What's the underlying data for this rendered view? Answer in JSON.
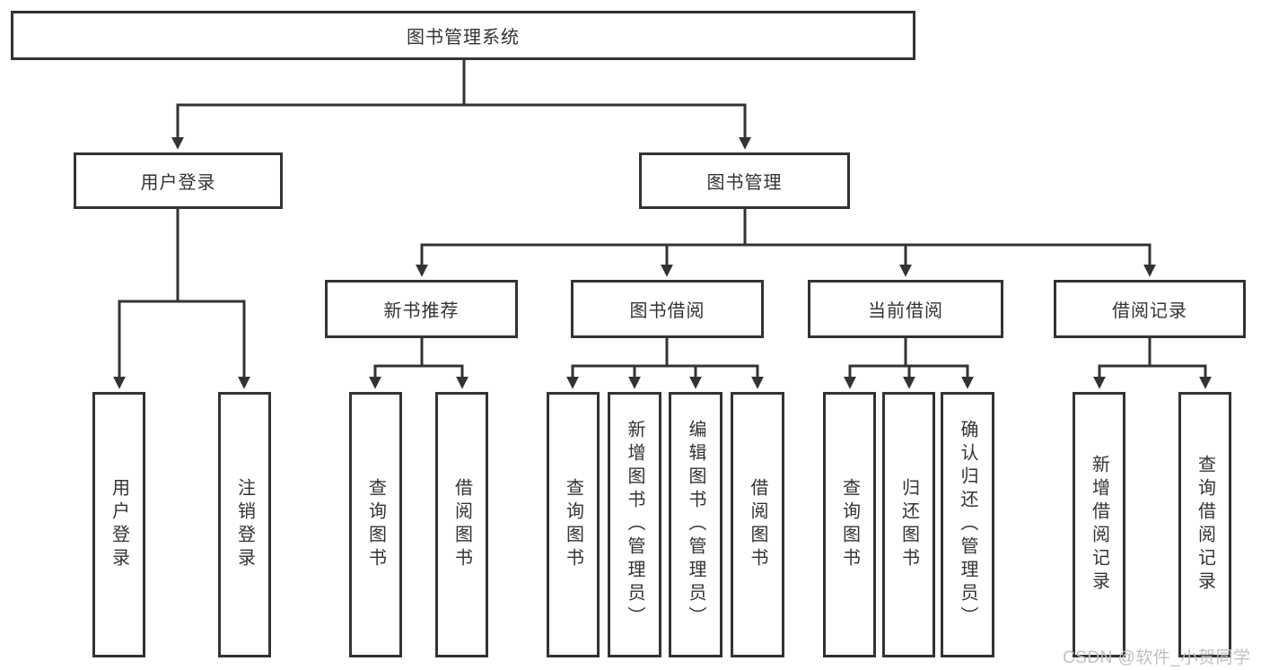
{
  "colors": {
    "line": "#333333",
    "text": "#333333",
    "box_background": "#ffffff",
    "watermark": "#c0c0c0"
  },
  "watermark": {
    "text": "CSDN @软件_小贺同学"
  },
  "tree": {
    "root": "图书管理系统",
    "children": [
      {
        "label": "用户登录",
        "children": [
          "用户登录",
          "注销登录"
        ]
      },
      {
        "label": "图书管理",
        "children": [
          {
            "label": "新书推荐",
            "children": [
              "查询图书",
              "借阅图书"
            ]
          },
          {
            "label": "图书借阅",
            "children": [
              "查询图书",
              "新增图书（管理员）",
              "编辑图书（管理员）",
              "借阅图书"
            ]
          },
          {
            "label": "当前借阅",
            "children": [
              "查询图书",
              "归还图书",
              "确认归还（管理员）"
            ]
          },
          {
            "label": "借阅记录",
            "children": [
              "新增借阅记录",
              "查询借阅记录"
            ]
          }
        ]
      }
    ]
  }
}
